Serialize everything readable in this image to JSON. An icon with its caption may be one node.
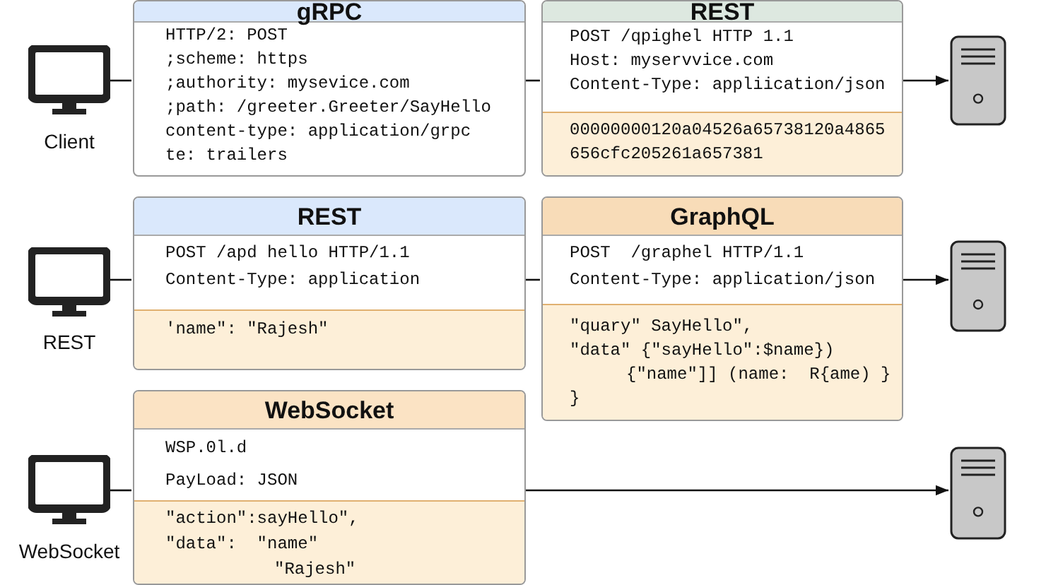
{
  "diagram": {
    "nodes": [
      {
        "text": [
          "Client"
        ]
      },
      {
        "text": [
          "gRPC",
          "HTTP/2: POST",
          ";scheme: https",
          ";authority: mysevice.com",
          ";path: /greeter.Greeter/SayHello",
          "content-type: application/grpc",
          "te: trailers"
        ]
      },
      {
        "text": [
          "REST",
          "POST /qpighel HTTP 1.1",
          "Host: myservvice.com",
          "Content-Type: appliication/json",
          "00000000120a04526a65738120a4865",
          "656cfc205261a657381"
        ]
      },
      {
        "text": [],
        "shape": "picture"
      },
      {
        "text": [
          "REST"
        ]
      },
      {
        "text": [
          "REST",
          "POST /apd hello HTTP/1.1",
          "Content-Type: application",
          "'name\": \"Rajesh\""
        ]
      },
      {
        "text": [
          "GraphQL",
          "POST  /graphel HTTP/1.1",
          "Content-Type: application/json",
          "\"quary\" SayHello\",",
          "\"data\" {\"sayHello\":$name})",
          "{\"name\"]] (name:  R{ame) }",
          "}"
        ]
      },
      {
        "text": [],
        "shape": "picture"
      },
      {
        "text": [
          "WebSocket"
        ]
      },
      {
        "text": [
          "WebSocket",
          "WSP.0l.d",
          "PayLoad: JSON",
          "\"action\":sayHello\",",
          "\"data\":  \"name\"",
          "\"Rajesh\""
        ]
      },
      {
        "text": [],
        "shape": "picture"
      }
    ],
    "edges": [
      {
        "from": 0,
        "to": 1,
        "arrow": "none"
      },
      {
        "from": 1,
        "to": 2,
        "arrow": "none"
      },
      {
        "from": 2,
        "to": 3,
        "arrow": "to"
      },
      {
        "from": 4,
        "to": 5,
        "arrow": "none"
      },
      {
        "from": 5,
        "to": 6,
        "arrow": "none"
      },
      {
        "from": 6,
        "to": 7,
        "arrow": "to"
      },
      {
        "from": 8,
        "to": 9,
        "arrow": "none"
      },
      {
        "from": 9,
        "to": 10,
        "arrow": "to"
      }
    ]
  }
}
